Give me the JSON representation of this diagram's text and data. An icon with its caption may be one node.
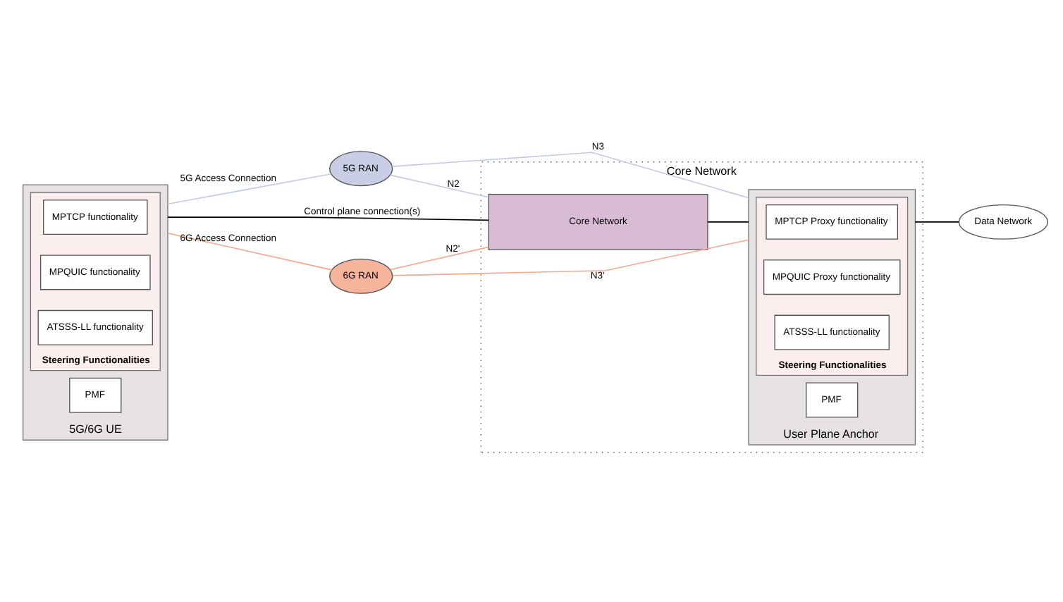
{
  "diagram": {
    "nodes": [
      {
        "text": [
          "5G/6G UE"
        ]
      },
      {
        "text": [
          "Steering Functionalities"
        ],
        "in": 0
      },
      {
        "text": [
          "MPTCP functionality"
        ],
        "in": 1
      },
      {
        "text": [
          "MPQUIC functionality"
        ],
        "in": 1
      },
      {
        "text": [
          "ATSSS-LL functionality"
        ],
        "in": 1
      },
      {
        "text": [
          "PMF"
        ],
        "in": 0
      },
      {
        "text": [
          "5G RAN"
        ]
      },
      {
        "text": [
          "6G RAN"
        ]
      },
      {
        "text": [
          "Core Network"
        ]
      },
      {
        "text": [
          "Core Network"
        ],
        "in": 8
      },
      {
        "text": [
          "User Plane Anchor"
        ],
        "in": 8
      },
      {
        "text": [
          "Steering Functionalities"
        ],
        "in": 10
      },
      {
        "text": [
          "MPTCP Proxy functionality"
        ],
        "in": 11
      },
      {
        "text": [
          "MPQUIC Proxy functionality"
        ],
        "in": 11
      },
      {
        "text": [
          "ATSSS-LL functionality"
        ],
        "in": 11
      },
      {
        "text": [
          "PMF"
        ],
        "in": 10
      },
      {
        "text": [
          "Data Network"
        ]
      }
    ],
    "edges": [
      {
        "from": 0,
        "to": 9,
        "arrow": "none",
        "label": "Control plane connection(s)"
      },
      {
        "from": 0,
        "to": 6,
        "arrow": "none",
        "label": "5G Access Connection",
        "color": "#c5c9e8"
      },
      {
        "from": 0,
        "to": 7,
        "arrow": "none",
        "label": "6G Access Connection",
        "color": "#f4a88e"
      },
      {
        "from": 6,
        "to": 9,
        "arrow": "none",
        "label": "N2",
        "color": "#c5c9e8"
      },
      {
        "from": 7,
        "to": 9,
        "arrow": "none",
        "label": "N2'",
        "color": "#f4a88e"
      },
      {
        "from": 6,
        "to": 10,
        "arrow": "none",
        "label": "N3",
        "color": "#c5c9e8"
      },
      {
        "from": 7,
        "to": 10,
        "arrow": "none",
        "label": "N3'",
        "color": "#f4a88e"
      },
      {
        "from": 9,
        "to": 10,
        "arrow": "none"
      },
      {
        "from": 10,
        "to": 16,
        "arrow": "none"
      }
    ]
  }
}
